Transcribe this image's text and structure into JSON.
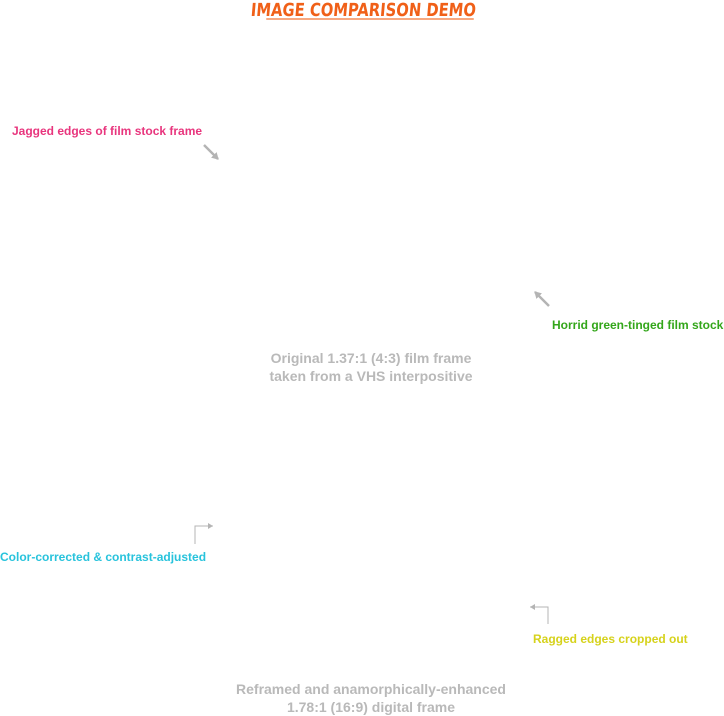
{
  "title": "Image Comparison Demo",
  "colors": {
    "title": "#f06018",
    "annotation_pink": "#e8357d",
    "annotation_green": "#33a61a",
    "annotation_cyan": "#28c3dc",
    "annotation_yellow": "#d6d21b",
    "caption": "#b9b9b9",
    "arrow": "#b4b4b4"
  },
  "annotations": {
    "jagged_edges": "Jagged edges of film stock frame",
    "green_tinged": "Horrid green-tinged film stock",
    "color_corrected": "Color-corrected & contrast-adjusted",
    "ragged_edges": "Ragged edges cropped out"
  },
  "captions": {
    "original": {
      "line1": "Original 1.37:1 (4:3) film frame",
      "line2": "taken from a VHS interpositive"
    },
    "reframed": {
      "line1": "Reframed and anamorphically-enhanced",
      "line2": "1.78:1 (16:9) digital frame"
    }
  }
}
